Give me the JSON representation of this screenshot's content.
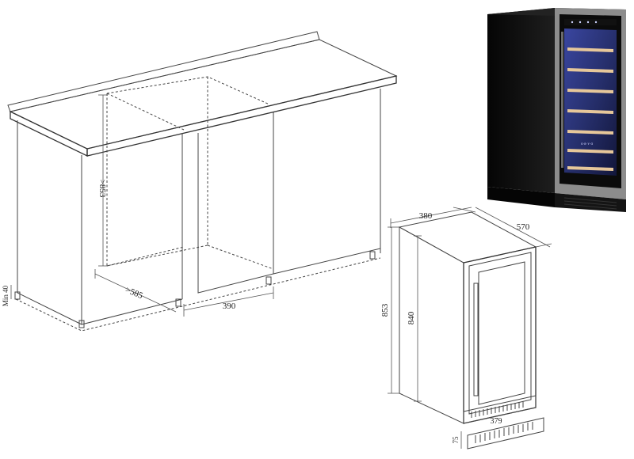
{
  "dimensions": {
    "niche_height": ">853",
    "niche_depth": ">585",
    "niche_width": "390",
    "min_gap": "Min 40",
    "appliance_width": "380",
    "appliance_depth": "570",
    "appliance_height_total": "853",
    "appliance_height_body": "840",
    "kick_width": "379",
    "kick_height": "75"
  },
  "product": {
    "brand_mark": "ɑ·ʀ·ʏ·ɑ"
  },
  "colors": {
    "line": "#444444",
    "cabinet_body": "#0b0b0b",
    "door_frame": "#8c8c8c",
    "interior_glow": "#4b5bb0",
    "shelf": "#e6c79a"
  }
}
